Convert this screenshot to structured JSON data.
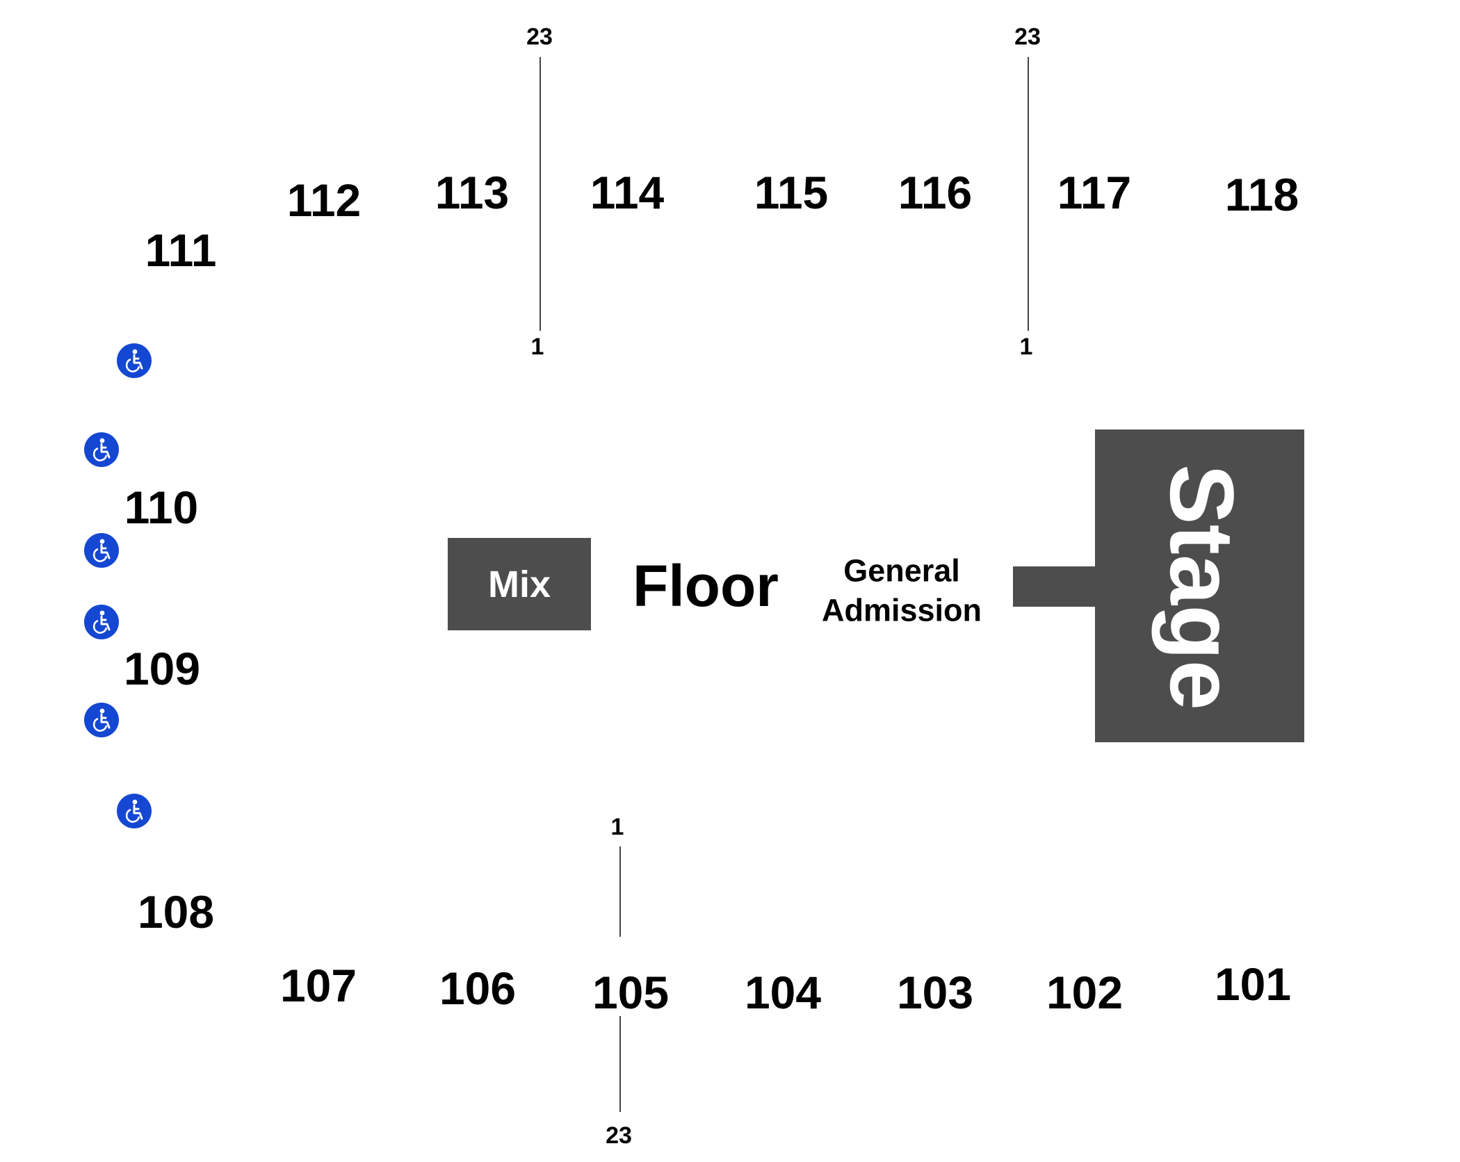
{
  "sections": {
    "s101": "101",
    "s102": "102",
    "s103": "103",
    "s104": "104",
    "s105": "105",
    "s106": "106",
    "s107": "107",
    "s108": "108",
    "s109": "109",
    "s110": "110",
    "s111": "111",
    "s112": "112",
    "s113": "113",
    "s114": "114",
    "s115": "115",
    "s116": "116",
    "s117": "117",
    "s118": "118"
  },
  "row_markers": {
    "left_top_row": "23",
    "left_bottom_row": "1",
    "right_top_row": "23",
    "right_bottom_row": "1",
    "lower_top_row": "1",
    "lower_bottom_row": "23"
  },
  "floor": {
    "mix_label": "Mix",
    "floor_label": "Floor",
    "ga_line1": "General",
    "ga_line2": "Admission",
    "stage_label": "Stage"
  },
  "accessibility": {
    "icon": "wheelchair-icon",
    "count": 6
  },
  "colors": {
    "block": "#4d4d4d",
    "accessible": "#1447d2",
    "text": "#000000"
  }
}
